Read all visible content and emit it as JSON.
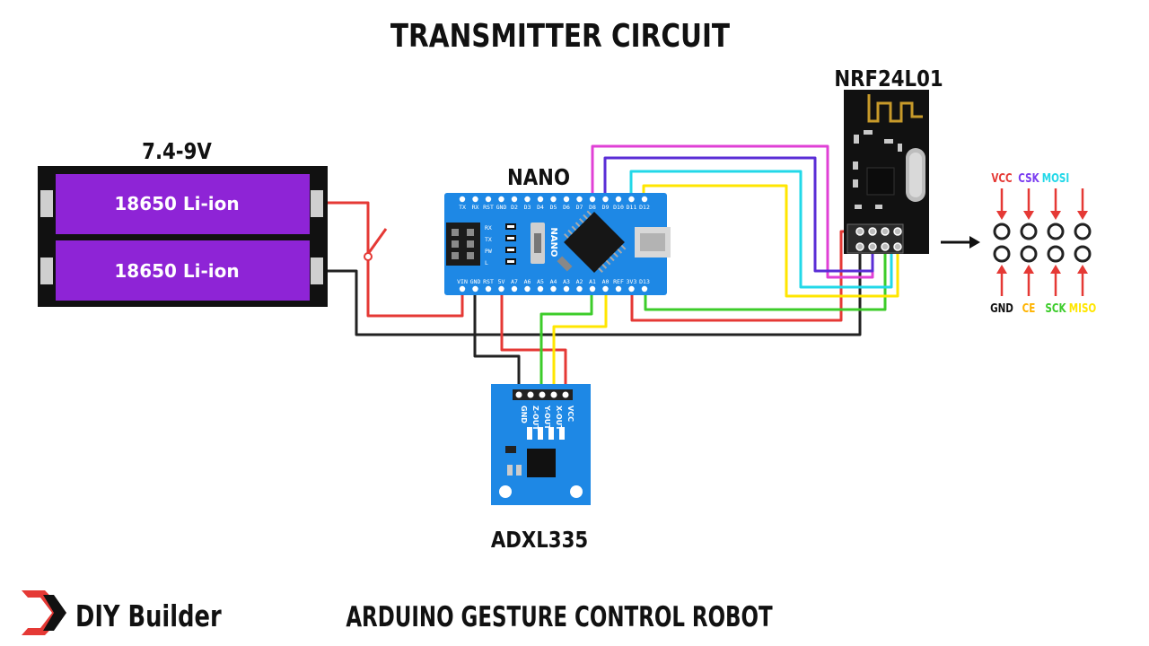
{
  "title": "TRANSMITTER CIRCUIT",
  "footer": {
    "brand": "DIY Builder",
    "subtitle": "ARDUINO GESTURE CONTROL ROBOT"
  },
  "battery": {
    "voltage": "7.4-9V",
    "cell1": "18650 Li-ion",
    "cell2": "18650 Li-ion"
  },
  "nano": {
    "label": "NANO",
    "board_text": "NANO",
    "top_pins": [
      "TX",
      "RX",
      "RST",
      "GND",
      "D2",
      "D3",
      "D4",
      "D5",
      "D6",
      "D7",
      "D8",
      "D9",
      "D10",
      "D11",
      "D12"
    ],
    "bottom_pins": [
      "VIN",
      "GND",
      "RST",
      "5V",
      "A7",
      "A6",
      "A5",
      "A4",
      "A3",
      "A2",
      "A1",
      "A0",
      "REF",
      "3V3",
      "D13"
    ],
    "leds": [
      "RX",
      "TX",
      "PW",
      "L"
    ]
  },
  "nrf": {
    "label": "NRF24L01",
    "pins_top": [
      "VCC",
      "CSK",
      "MOSI",
      ""
    ],
    "pins_bottom": [
      "GND",
      "CE",
      "SCK",
      "MISO"
    ]
  },
  "adxl": {
    "label": "ADXL335",
    "pins": [
      "GND",
      "Z-OUT",
      "Y-OUT",
      "X-OUT",
      "VCC"
    ]
  },
  "colors": {
    "board_blue": "#1e88e5",
    "battery_purple": "#8e24d6",
    "wire_red": "#e53935",
    "wire_black": "#222222",
    "wire_magenta": "#e040d6",
    "wire_purple": "#5a2dd6",
    "wire_cyan": "#22d8e8",
    "wire_yellow": "#ffe600",
    "wire_green": "#3ccc2a",
    "wire_orange": "#ffc000"
  }
}
